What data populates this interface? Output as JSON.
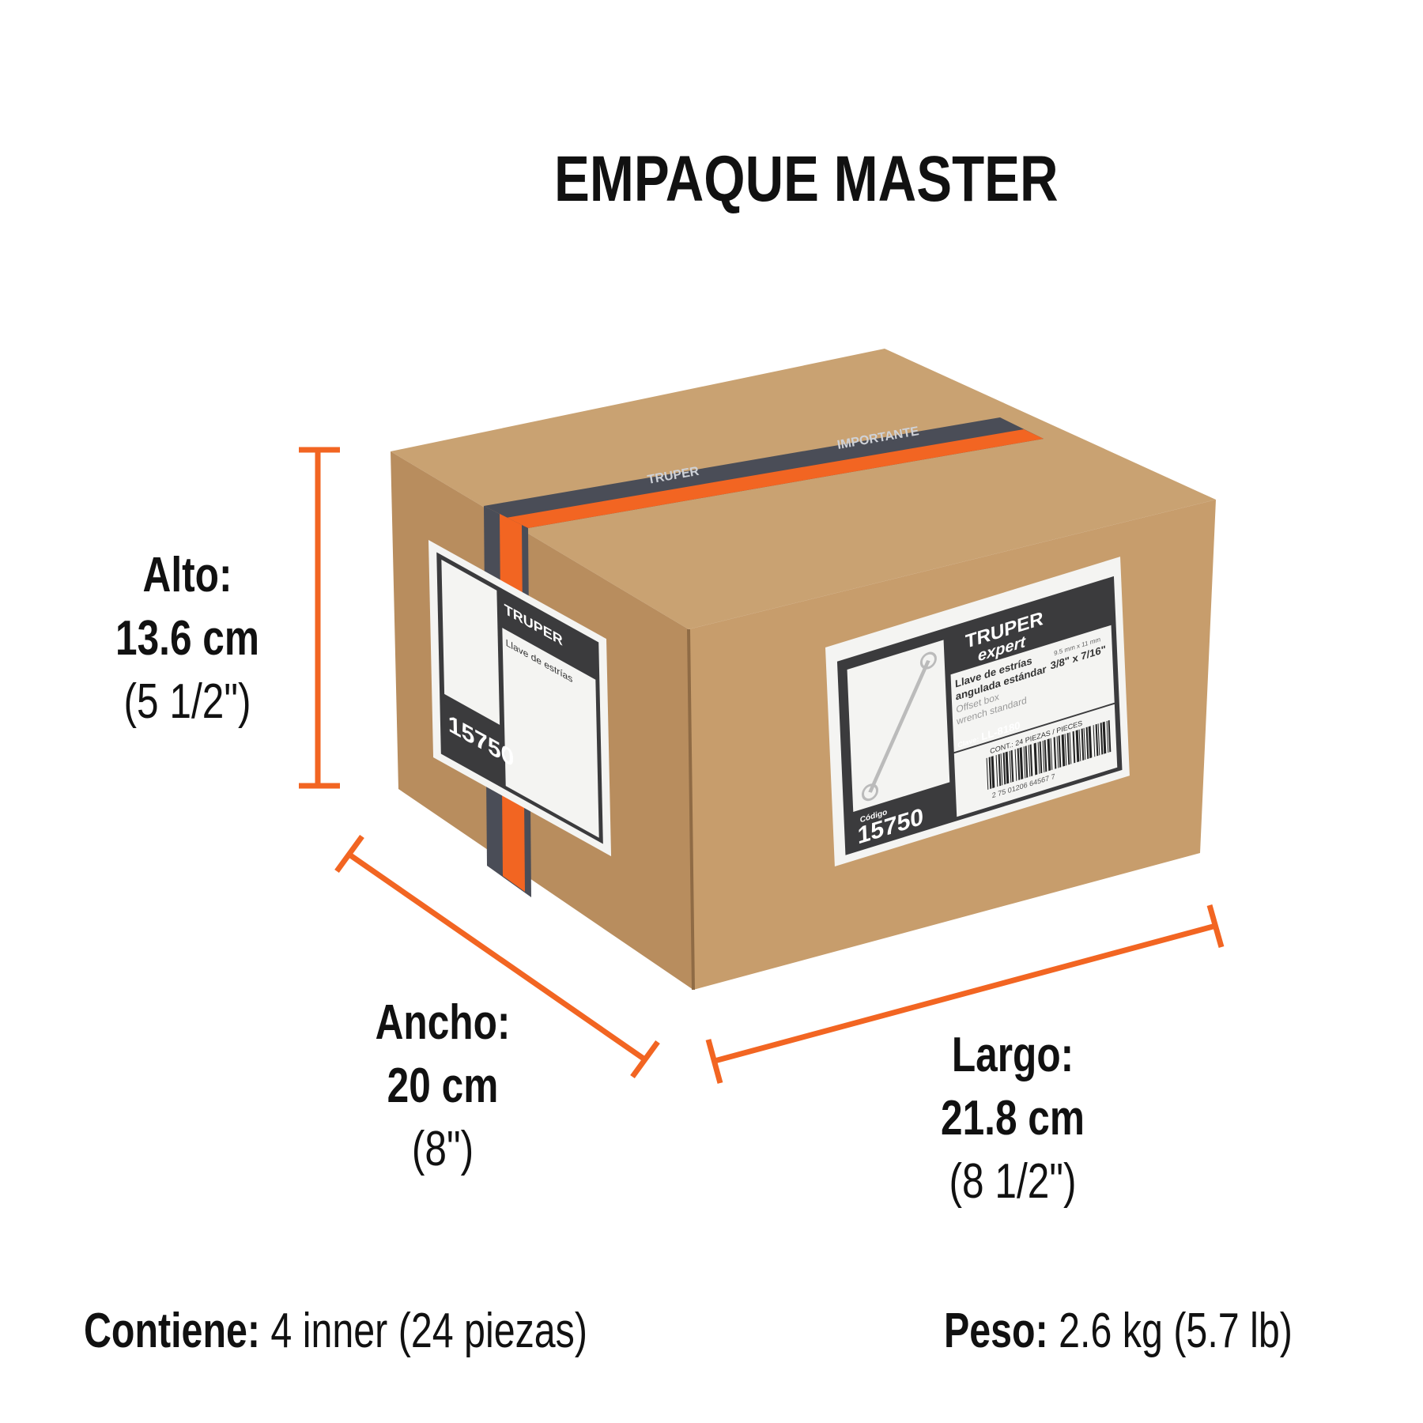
{
  "title": "EMPAQUE MASTER",
  "dimensions": {
    "alto": {
      "label": "Alto:",
      "metric": "13.6 cm",
      "imperial": "(5 1/2\")"
    },
    "ancho": {
      "label": "Ancho:",
      "metric": "20 cm",
      "imperial": "(8\")"
    },
    "largo": {
      "label": "Largo:",
      "metric": "21.8 cm",
      "imperial": "(8 1/2\")"
    }
  },
  "contents": {
    "label": "Contiene:",
    "value": "4 inner (24 piezas)"
  },
  "weight": {
    "label": "Peso:",
    "value": "2.6 kg (5.7 lb)"
  },
  "box_label": {
    "brand": "TRUPER",
    "sub_brand": "expert",
    "name_es_1": "Llave de estrías",
    "name_es_2": "angulada estándar",
    "name_en_1": "Offset box",
    "name_en_2": "wrench standard",
    "size_mm": "9.5 mm x 11 mm",
    "size_in": "3/8\" x 7/16\"",
    "clave_label": "Clave:",
    "clave": "LL-8180",
    "cont": "CONT.: 24 PIEZAS / PIECES",
    "barcode_number": "2 75 01206 64567 7",
    "codigo_label": "Código",
    "codigo": "15750"
  },
  "tape": {
    "brand": "TRUPER",
    "text": "IMPORTANTE"
  },
  "colors": {
    "accent": "#f26522",
    "cardboard": "#c49a6c",
    "tape_dark": "#4a4d57",
    "text": "#111111"
  }
}
